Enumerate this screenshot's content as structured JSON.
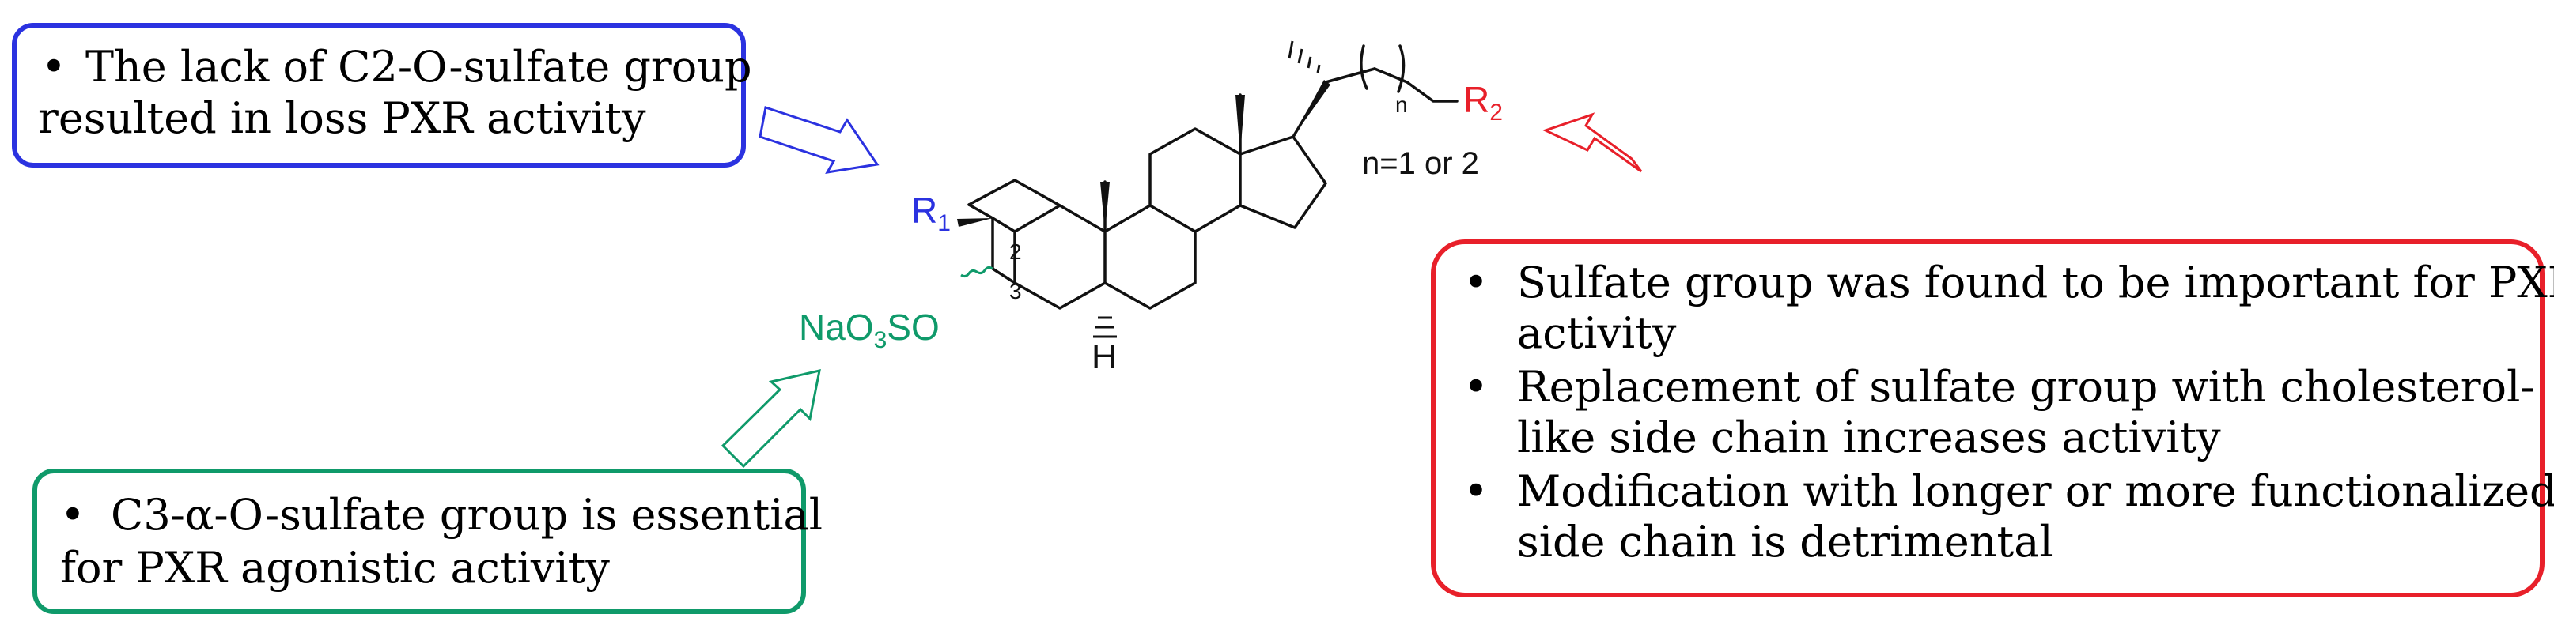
{
  "colors": {
    "blue": "#2b32e0",
    "green": "#0f9a6a",
    "red": "#e8202a",
    "bond": "#111111"
  },
  "boxes": {
    "top_left": {
      "bullet": "•",
      "lines": [
        "The lack of  C2-O-sulfate group",
        "resulted  in loss PXR activity"
      ]
    },
    "bottom_left": {
      "bullet": "•",
      "lines": [
        "C3-α-O-sulfate group  is essential",
        "for PXR agonistic activity"
      ]
    },
    "right": {
      "bullet": "•",
      "items": [
        [
          "Sulfate group was found  to be important for PXR",
          "activity"
        ],
        [
          "Replacement of sulfate group  with cholesterol-",
          "like side chain increases activity"
        ],
        [
          "Modification with longer or more functionalized",
          "side chain is detrimental"
        ]
      ]
    }
  },
  "molecule": {
    "r1_main": "R",
    "r1_sub": "1",
    "r2_main": "R",
    "r2_sub": "2",
    "pos2": "2",
    "pos3": "3",
    "sulfate_na_o": "NaO",
    "sulfate_sub": "3",
    "sulfate_so": "SO",
    "h_label": "H",
    "n_label": "n",
    "n_range": "n=1 or 2"
  }
}
